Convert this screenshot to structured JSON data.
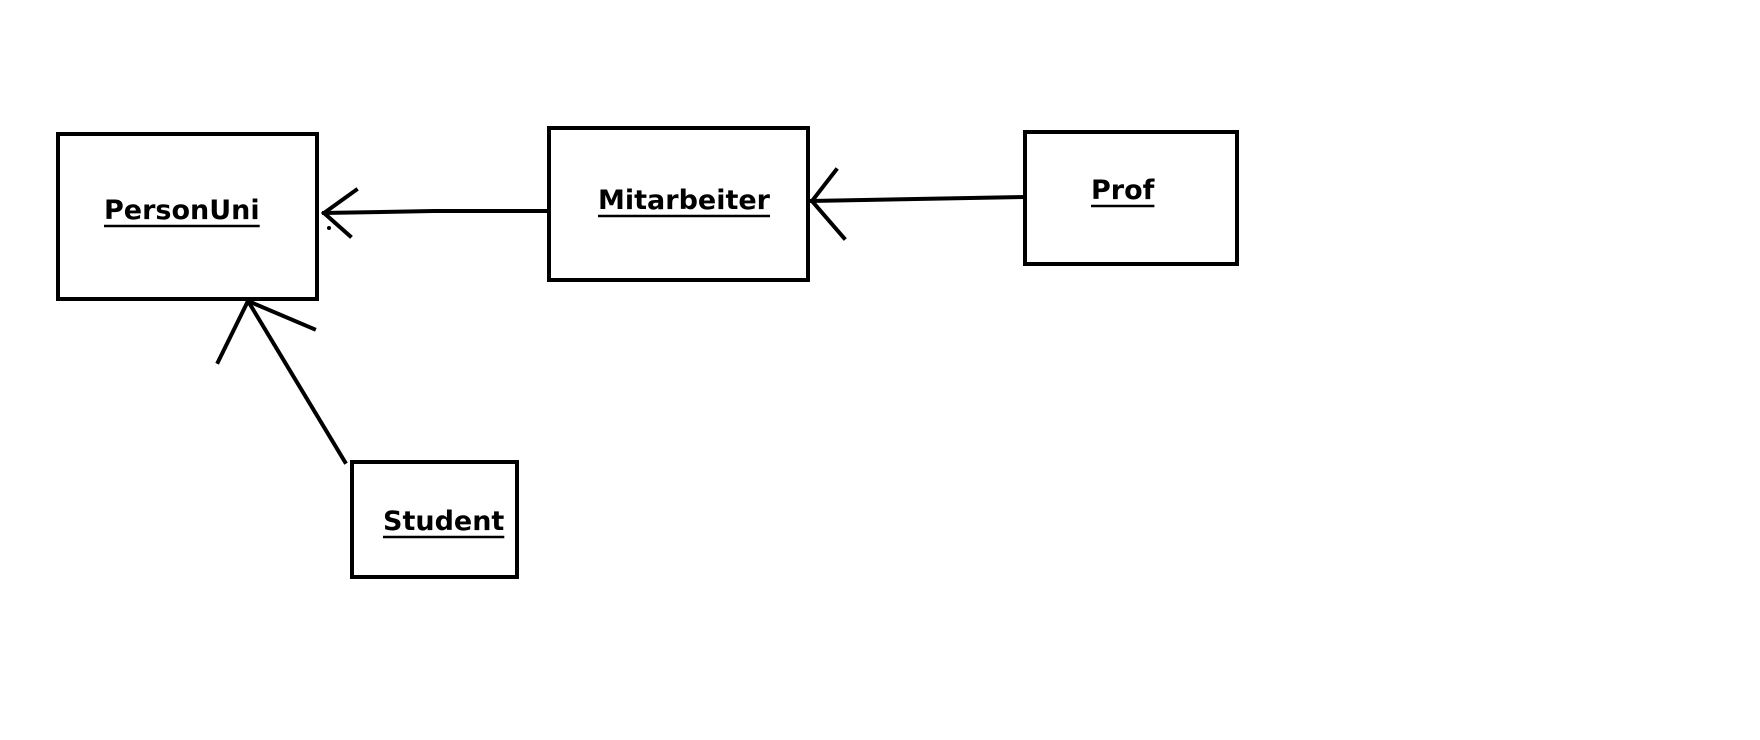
{
  "diagram": {
    "classes": {
      "person_uni": "PersonUni",
      "mitarbeiter": "Mitarbeiter",
      "prof": "Prof",
      "student": "Student"
    },
    "stroke_color": "#000000",
    "background_color": "#ffffff"
  }
}
